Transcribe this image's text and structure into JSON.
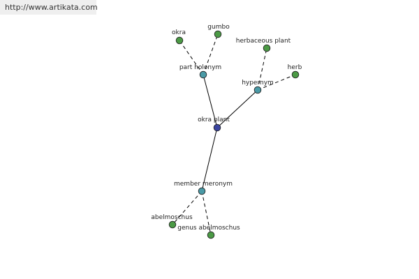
{
  "header": {
    "url": "http://www.artikata.com"
  },
  "colors": {
    "center_node": "#3a44a0",
    "relation_node": "#4a9aa6",
    "leaf_node": "#4b9a45",
    "edge": "#000000"
  },
  "graph": {
    "center": {
      "id": "okra-plant",
      "label": "okra plant"
    },
    "relations": [
      {
        "id": "part-holonym",
        "label": "part holonym"
      },
      {
        "id": "hypernym",
        "label": "hypernym"
      },
      {
        "id": "member-meronym",
        "label": "member meronym"
      }
    ],
    "leaves": [
      {
        "id": "okra",
        "label": "okra",
        "relation": "part-holonym"
      },
      {
        "id": "gumbo",
        "label": "gumbo",
        "relation": "part-holonym"
      },
      {
        "id": "herbaceous-plant",
        "label": "herbaceous plant",
        "relation": "hypernym"
      },
      {
        "id": "herb",
        "label": "herb",
        "relation": "hypernym"
      },
      {
        "id": "abelmoschus",
        "label": "abelmoschus",
        "relation": "member-meronym"
      },
      {
        "id": "genus-abelmoschus",
        "label": "genus abelmoschus",
        "relation": "member-meronym"
      }
    ]
  }
}
